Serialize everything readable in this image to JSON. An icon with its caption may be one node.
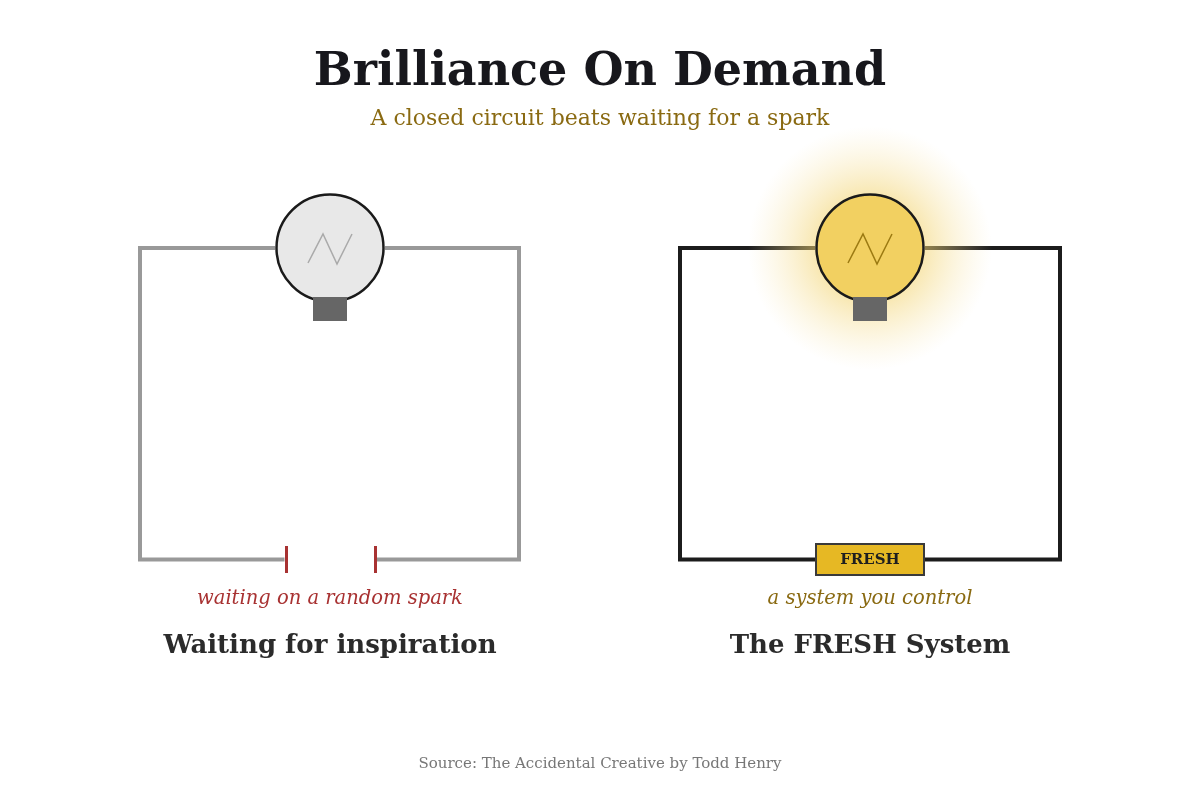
{
  "diagram": {
    "title": "Brilliance On Demand",
    "caption": "Source: The Accidental Creative by Todd Henry",
    "nodes": [
      {
        "text": [],
        "shape": "circle"
      },
      {
        "text": [],
        "shape": "bar"
      },
      {
        "text": [],
        "shape": "bar"
      },
      {
        "text": [],
        "shape": "circle"
      },
      {
        "text": [
          "FRESH"
        ],
        "beside": [
          "a system you control"
        ]
      }
    ],
    "edges": [
      {
        "from": 0,
        "to": 1,
        "arrow": "none",
        "color": "#999999"
      },
      {
        "from": 0,
        "to": 2,
        "arrow": "none",
        "color": "#999999"
      },
      {
        "from": 3,
        "to": 4,
        "arrow": "none",
        "color": "#1c1c1c"
      },
      {
        "from": 3,
        "to": 4,
        "arrow": "none",
        "color": "#1c1c1c"
      }
    ],
    "labels": [
      "A closed circuit beats waiting for a spark",
      "waiting on a random spark",
      "Waiting for inspiration",
      "The FRESH System"
    ]
  }
}
